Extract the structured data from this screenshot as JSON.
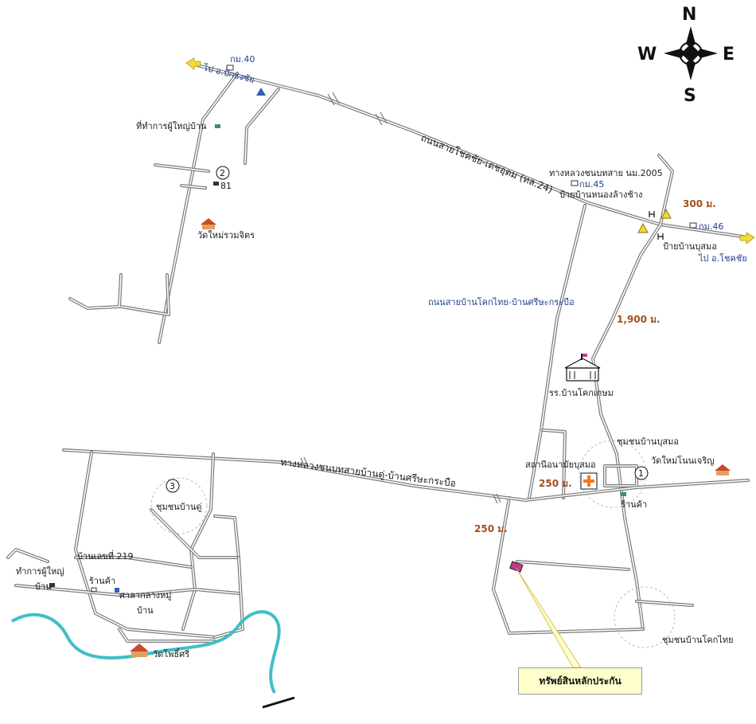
{
  "compass": {
    "north": "N",
    "south": "S",
    "east": "E",
    "west": "W"
  },
  "labels": {
    "km40": "กม.40",
    "to_pak_thong_chai": "ไป อ.ปักธงชัย",
    "village_head_office_top": "ที่ทำการผู้ใหญ่บ้าน",
    "circle_2": "2",
    "num_81": "81",
    "wat_mai_ruam_jit": "วัดใหม่รวมจิตร",
    "highway_name": "ถนนสายโชคชัย-เดชอุดม (ทล.24)",
    "rural_road_2005": "ทางหลวงชนบทสาย นม.2005",
    "km45": "กม.45",
    "sign_nong_lang_chang": "ป้ายบ้านหนองล้างช้าง",
    "dist_300": "300 ม.",
    "km46": "กม.46",
    "sign_bu_samo": "ป้ายบ้านบุสมอ",
    "to_chok_chai": "ไป อ.โชคชัย",
    "road_khok_thai": "ถนนสายบ้านโคกไทย-บ้านศรีษะกระบือ",
    "dist_1900": "1,900 ม.",
    "school": "รร.บ้านโคกเกษม",
    "bu_samo_community": "ชุมชนบ้านบุสมอ",
    "wat_mai_non_charoen": "วัดใหม่โนนเจริญ",
    "rural_road_main": "ทางหลวงชนบทสายบ้านดู่-บ้านศรีษะกระบือ",
    "health_station": "สถานีอนามัยบุสมอ",
    "dist_250_a": "250 ม.",
    "circle_1": "1",
    "shop_right": "ร้านค้า",
    "circle_3": "3",
    "ban_du_community": "ชุมชนบ้านดู่",
    "dist_250_b": "250 ม.",
    "house_219": "บ้านเลขที่ 219",
    "village_head_office_left_1": "ทำการผู้ใหญ่",
    "village_head_office_left_2": "บ้าน",
    "shop_left": "ร้านค้า",
    "sala_1": "ศาลากลางหมู่",
    "sala_2": "บ้าน",
    "wat_pho_si": "วัดโพธิ์ศรี",
    "khok_thai_community": "ชุมชนบ้านโคกไทย",
    "collateral": "ทรัพย์สินหลักประกัน"
  },
  "colors": {
    "road": "#7a7a7a",
    "river": "#3fbfc6",
    "highway_arrow": "#f2d93a",
    "marker_blue": "#2f5fb0",
    "warning_yellow": "#f2d93a",
    "collateral_parcel": "#c23a8c",
    "callout_fill": "#ffffcc",
    "distance_text": "#a0501e",
    "health_cross": "#f07a20"
  }
}
